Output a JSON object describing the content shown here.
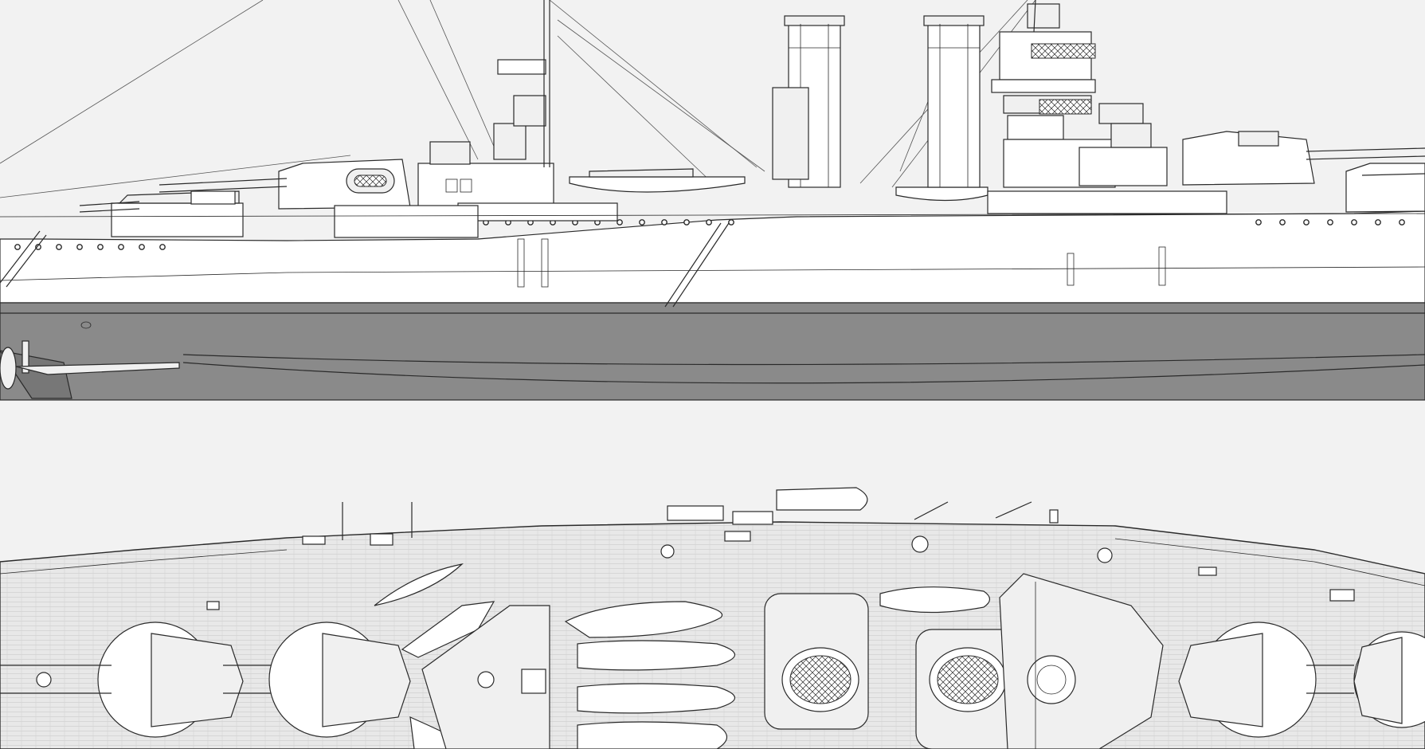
{
  "colors": {
    "background": "#f2f2f2",
    "hull_upper": "#ffffff",
    "hull_lower": "#8a8a8a",
    "deck": "#e6e6e6",
    "line": "#2a2a2a",
    "superstructure": "#f0f0f0"
  },
  "views": [
    {
      "id": "profile",
      "name": "side-profile-view"
    },
    {
      "id": "plan",
      "name": "deck-plan-view"
    }
  ]
}
